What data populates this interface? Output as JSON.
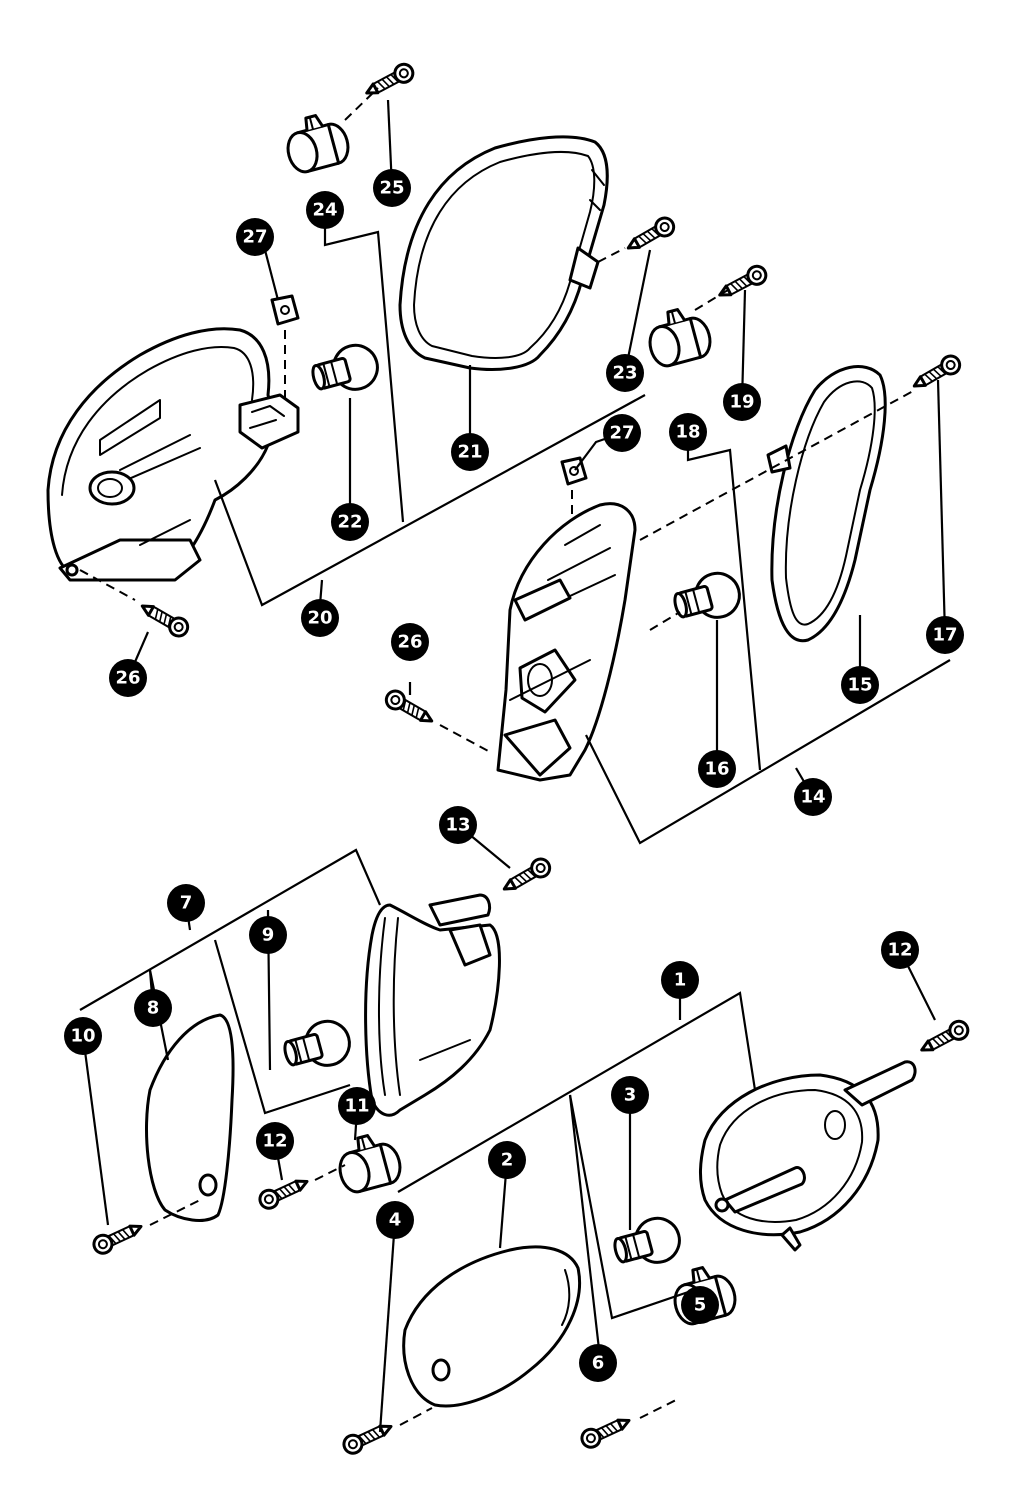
{
  "callouts": [
    {
      "id": "c1",
      "label": "1"
    },
    {
      "id": "c2",
      "label": "2"
    },
    {
      "id": "c3",
      "label": "3"
    },
    {
      "id": "c4",
      "label": "4"
    },
    {
      "id": "c5",
      "label": "5"
    },
    {
      "id": "c6",
      "label": "6"
    },
    {
      "id": "c7",
      "label": "7"
    },
    {
      "id": "c8",
      "label": "8"
    },
    {
      "id": "c9",
      "label": "9"
    },
    {
      "id": "c10",
      "label": "10"
    },
    {
      "id": "c11",
      "label": "11"
    },
    {
      "id": "c12a",
      "label": "12"
    },
    {
      "id": "c12b",
      "label": "12"
    },
    {
      "id": "c13",
      "label": "13"
    },
    {
      "id": "c14",
      "label": "14"
    },
    {
      "id": "c15",
      "label": "15"
    },
    {
      "id": "c16",
      "label": "16"
    },
    {
      "id": "c17",
      "label": "17"
    },
    {
      "id": "c18",
      "label": "18"
    },
    {
      "id": "c19",
      "label": "19"
    },
    {
      "id": "c20",
      "label": "20"
    },
    {
      "id": "c21",
      "label": "21"
    },
    {
      "id": "c22",
      "label": "22"
    },
    {
      "id": "c23",
      "label": "23"
    },
    {
      "id": "c24",
      "label": "24"
    },
    {
      "id": "c25",
      "label": "25"
    },
    {
      "id": "c26a",
      "label": "26"
    },
    {
      "id": "c26b",
      "label": "26"
    },
    {
      "id": "c27a",
      "label": "27"
    },
    {
      "id": "c27b",
      "label": "27"
    }
  ]
}
